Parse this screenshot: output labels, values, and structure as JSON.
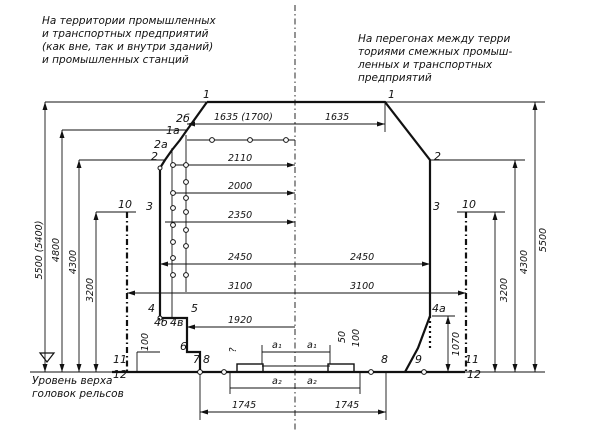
{
  "notes": {
    "left": [
      "На территории промышленных",
      "и транспортных предприятий",
      "(как вне, так и внутри зданий)",
      "и промышленных станций"
    ],
    "right": [
      "На перегонах между терри",
      "ториями смежных промыш-",
      "ленных и транспортных",
      "предприятий"
    ],
    "rail_level": [
      "Уровень верха",
      "головок рельсов"
    ]
  },
  "points": {
    "p1_left": "1",
    "p1_right": "1",
    "p1a": "1а",
    "p2b": "2б",
    "p2a": "2а",
    "p2_left": "2",
    "p2_right": "2",
    "p3_left": "3",
    "p3_right": "3",
    "p10_left": "10",
    "p10_right": "10",
    "p4": "4",
    "p4a": "4а",
    "p4b": "4б",
    "p4v": "4в",
    "p5": "5",
    "p6": "6",
    "p7": "7",
    "p8_left": "8",
    "p8_right": "8",
    "p9": "9",
    "p11_left": "11",
    "p11_right": "11",
    "p12_left": "12",
    "p12_right": "12"
  },
  "dims": {
    "w1635_1700": "1635 (1700)",
    "w1635": "1635",
    "w2110": "2110",
    "w2000": "2000",
    "w2350": "2350",
    "w2450_left": "2450",
    "w2450_right": "2450",
    "w3100_left": "3100",
    "w3100_right": "3100",
    "w1920": "1920",
    "a1_left": "a₁",
    "a1_right": "a₁",
    "a2_left": "a₂",
    "a2_right": "a₂",
    "w1745_left": "1745",
    "w1745_right": "1745",
    "h5500_5400": "5500 (5400)",
    "h4800": "4800",
    "h4300_left": "4300",
    "h3200_left": "3200",
    "h5500": "5500",
    "h4300_right": "4300",
    "h3200_right": "3200",
    "h1070": "1070",
    "h100_left": "100",
    "h100_right": "100",
    "h50": "50",
    "h_q": "?"
  }
}
